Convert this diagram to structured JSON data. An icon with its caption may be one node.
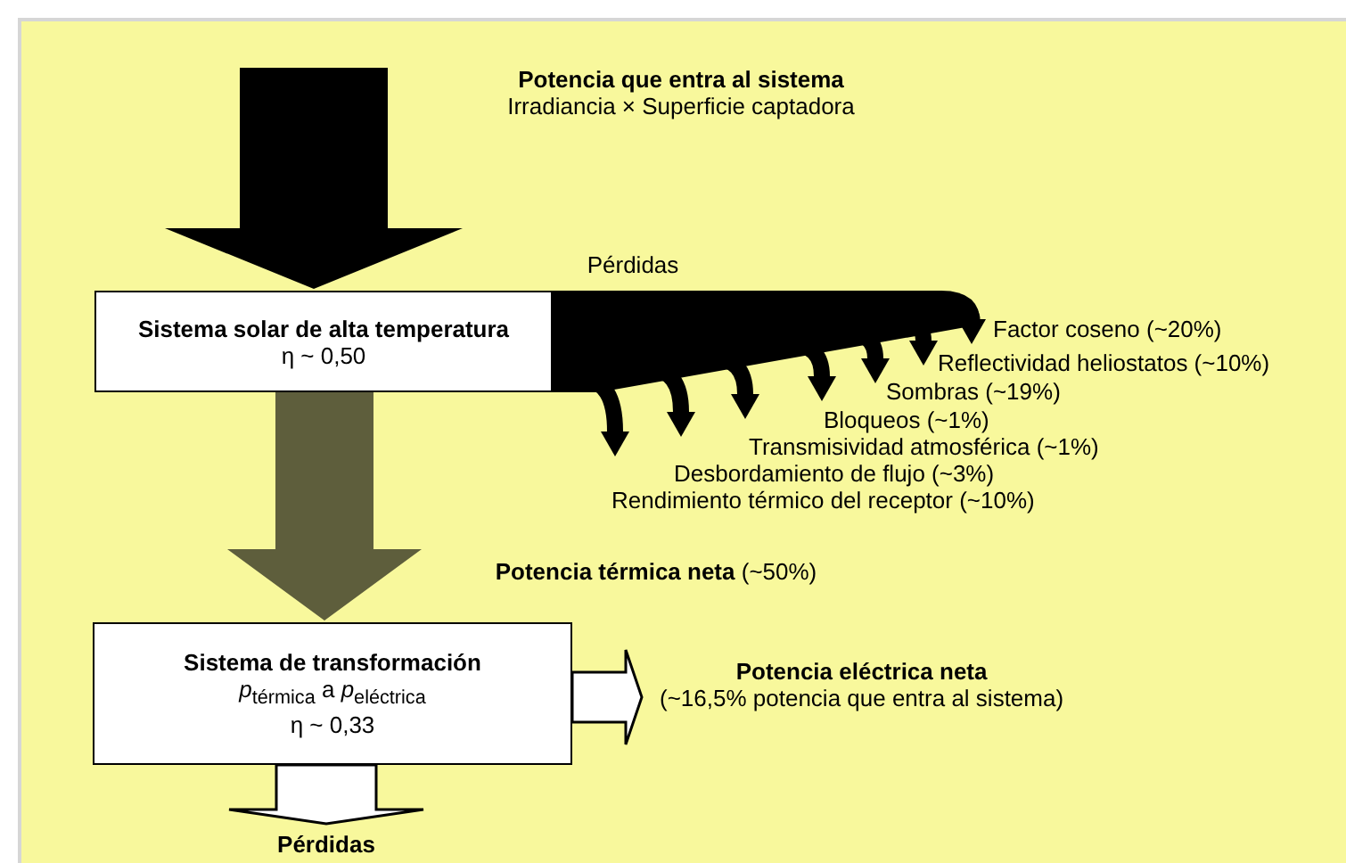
{
  "diagram": {
    "nodes": [
      {
        "text": [
          "Sistema solar de alta temperatura",
          "η ~ 0,50"
        ]
      },
      {
        "text": [
          "Sistema de transformación",
          "*p*$_{térmica}$ a *p*$_{eléctrica}$",
          "η ~ 0,33"
        ]
      },
      {
        "text": [
          "Factor coseno (~20%)"
        ]
      },
      {
        "text": [
          "Reflectividad heliostatos (~10%)"
        ]
      },
      {
        "text": [
          "Sombras (~19%)"
        ]
      },
      {
        "text": [
          "Bloqueos (~1%)"
        ]
      },
      {
        "text": [
          "Transmisividad atmosférica (~1%)"
        ]
      },
      {
        "text": [
          "Desbordamiento de flujo (~3%)"
        ]
      },
      {
        "text": [
          "Rendimiento térmico del receptor (~10%)"
        ]
      },
      {
        "text": [
          "Potencia eléctrica neta",
          "(~16,5% potencia que entra al sistema)"
        ]
      },
      {
        "text": [
          "Pérdidas"
        ]
      }
    ],
    "edges": [
      {
        "from": null,
        "to": 0,
        "arrow": "to",
        "style": "thick"
      },
      {
        "from": 0,
        "to": 2,
        "arrow": "to"
      },
      {
        "from": 0,
        "to": 3,
        "arrow": "to"
      },
      {
        "from": 0,
        "to": 4,
        "arrow": "to"
      },
      {
        "from": 0,
        "to": 5,
        "arrow": "to"
      },
      {
        "from": 0,
        "to": 6,
        "arrow": "to"
      },
      {
        "from": 0,
        "to": 7,
        "arrow": "to"
      },
      {
        "from": 0,
        "to": 8,
        "arrow": "to"
      },
      {
        "from": 0,
        "to": 1,
        "arrow": "to",
        "style": "thick",
        "color": "#5e5e3c"
      },
      {
        "from": 1,
        "to": 9,
        "arrow": "to"
      },
      {
        "from": 1,
        "to": 10,
        "arrow": "to"
      }
    ],
    "labels": [
      "Potencia que entra al sistema",
      "Irradiancia × Superficie captadora",
      "Pérdidas",
      "Potencia térmica neta (~50%)"
    ]
  }
}
